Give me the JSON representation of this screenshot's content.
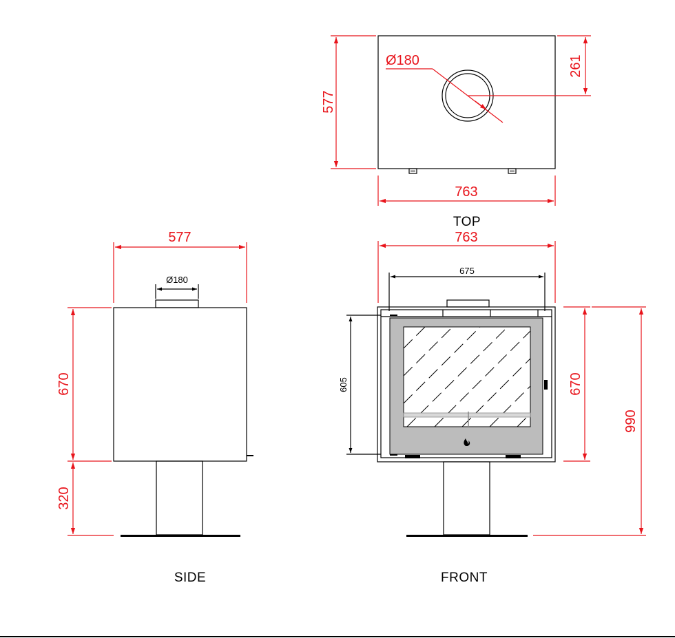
{
  "views": {
    "top": "TOP",
    "side": "SIDE",
    "front": "FRONT"
  },
  "dimensions": {
    "top_depth": "577",
    "top_flue_diameter": "Ø180",
    "top_flue_offset": "261",
    "top_width": "763",
    "side_depth": "577",
    "side_flue_diameter": "Ø180",
    "side_body_height": "670",
    "side_pedestal_height": "320",
    "front_width": "763",
    "front_inner_width": "675",
    "front_glass_height": "605",
    "front_body_height": "670",
    "front_total_height": "990"
  },
  "colors": {
    "dimension": "#e8141b",
    "outline": "#000000",
    "glass_frame": "#bcbcbc"
  }
}
